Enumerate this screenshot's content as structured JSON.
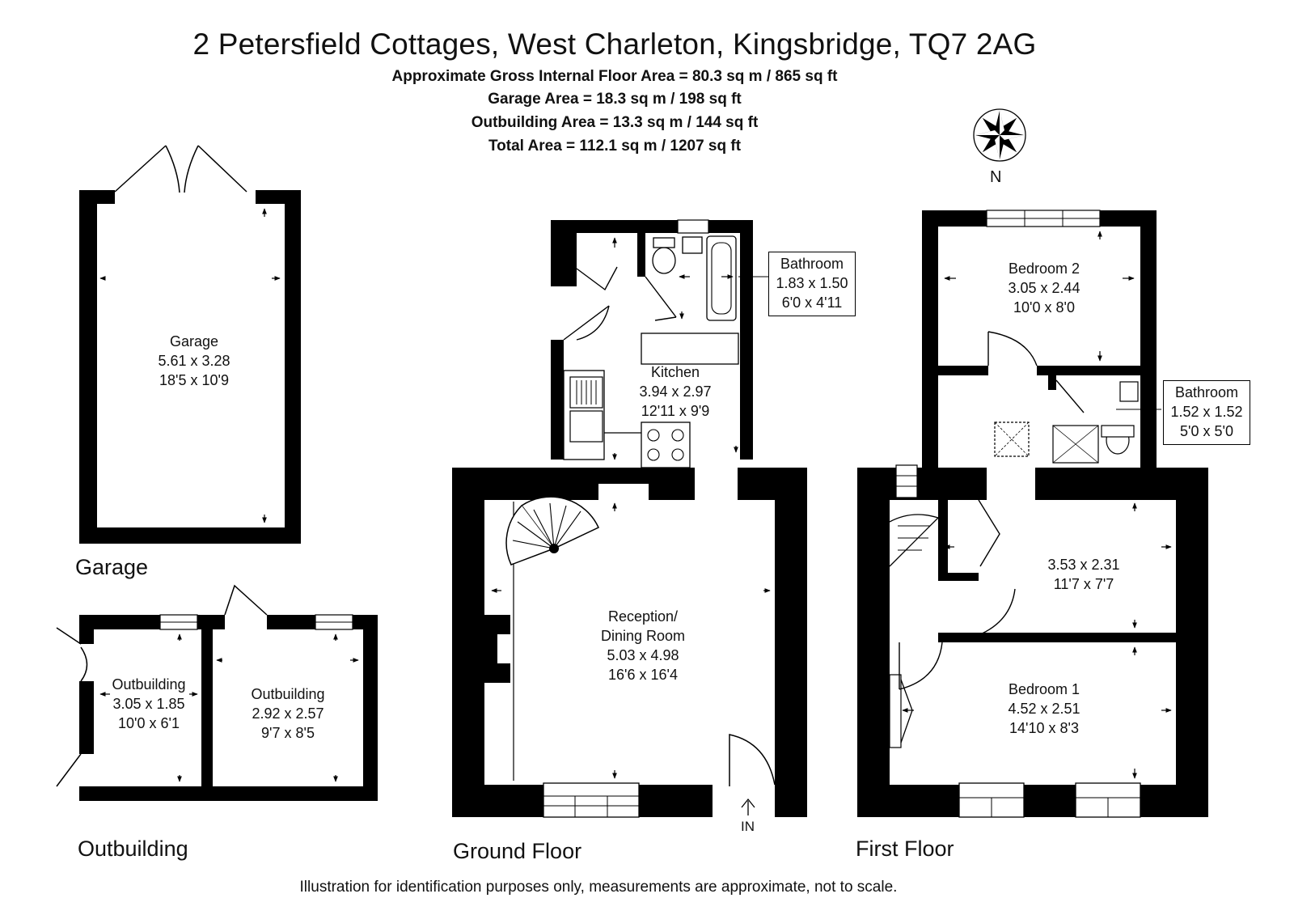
{
  "header": {
    "title": "2 Petersfield Cottages, West Charleton, Kingsbridge, TQ7 2AG",
    "gross_internal": "Approximate Gross Internal Floor Area  = 80.3 sq m / 865 sq ft",
    "garage_area": "Garage Area = 18.3 sq m / 198 sq ft",
    "outbuilding_area": "Outbuilding Area = 13.3 sq m / 144 sq ft",
    "total_area": "Total Area = 112.1 sq m / 1207 sq ft"
  },
  "compass": {
    "label": "N"
  },
  "sections": {
    "garage": "Garage",
    "outbuilding": "Outbuilding",
    "ground_floor": "Ground Floor",
    "first_floor": "First Floor"
  },
  "rooms": {
    "garage": {
      "name": "Garage",
      "metric": "5.61 x 3.28",
      "imperial": "18'5 x 10'9"
    },
    "outbuilding_1": {
      "name": "Outbuilding",
      "metric": "3.05 x 1.85",
      "imperial": "10'0 x 6'1"
    },
    "outbuilding_2": {
      "name": "Outbuilding",
      "metric": "2.92 x 2.57",
      "imperial": "9'7 x 8'5"
    },
    "kitchen": {
      "name": "Kitchen",
      "metric": "3.94 x 2.97",
      "imperial": "12'11 x 9'9"
    },
    "bathroom_ground": {
      "name": "Bathroom",
      "metric": "1.83 x 1.50",
      "imperial": "6'0 x 4'11"
    },
    "reception": {
      "name": "Reception/",
      "name2": "Dining Room",
      "metric": "5.03 x 4.98",
      "imperial": "16'6 x 16'4"
    },
    "bedroom_2": {
      "name": "Bedroom 2",
      "metric": "3.05 x 2.44",
      "imperial": "10'0 x 8'0"
    },
    "bathroom_first": {
      "name": "Bathroom",
      "metric": "1.52 x 1.52",
      "imperial": "5'0 x 5'0"
    },
    "landing_room": {
      "metric": "3.53 x 2.31",
      "imperial": "11'7 x 7'7"
    },
    "bedroom_1": {
      "name": "Bedroom 1",
      "metric": "4.52 x 2.51",
      "imperial": "14'10 x 8'3"
    }
  },
  "entrance": {
    "label": "IN"
  },
  "disclaimer": "Illustration for identification purposes only, measurements are approximate, not to scale."
}
